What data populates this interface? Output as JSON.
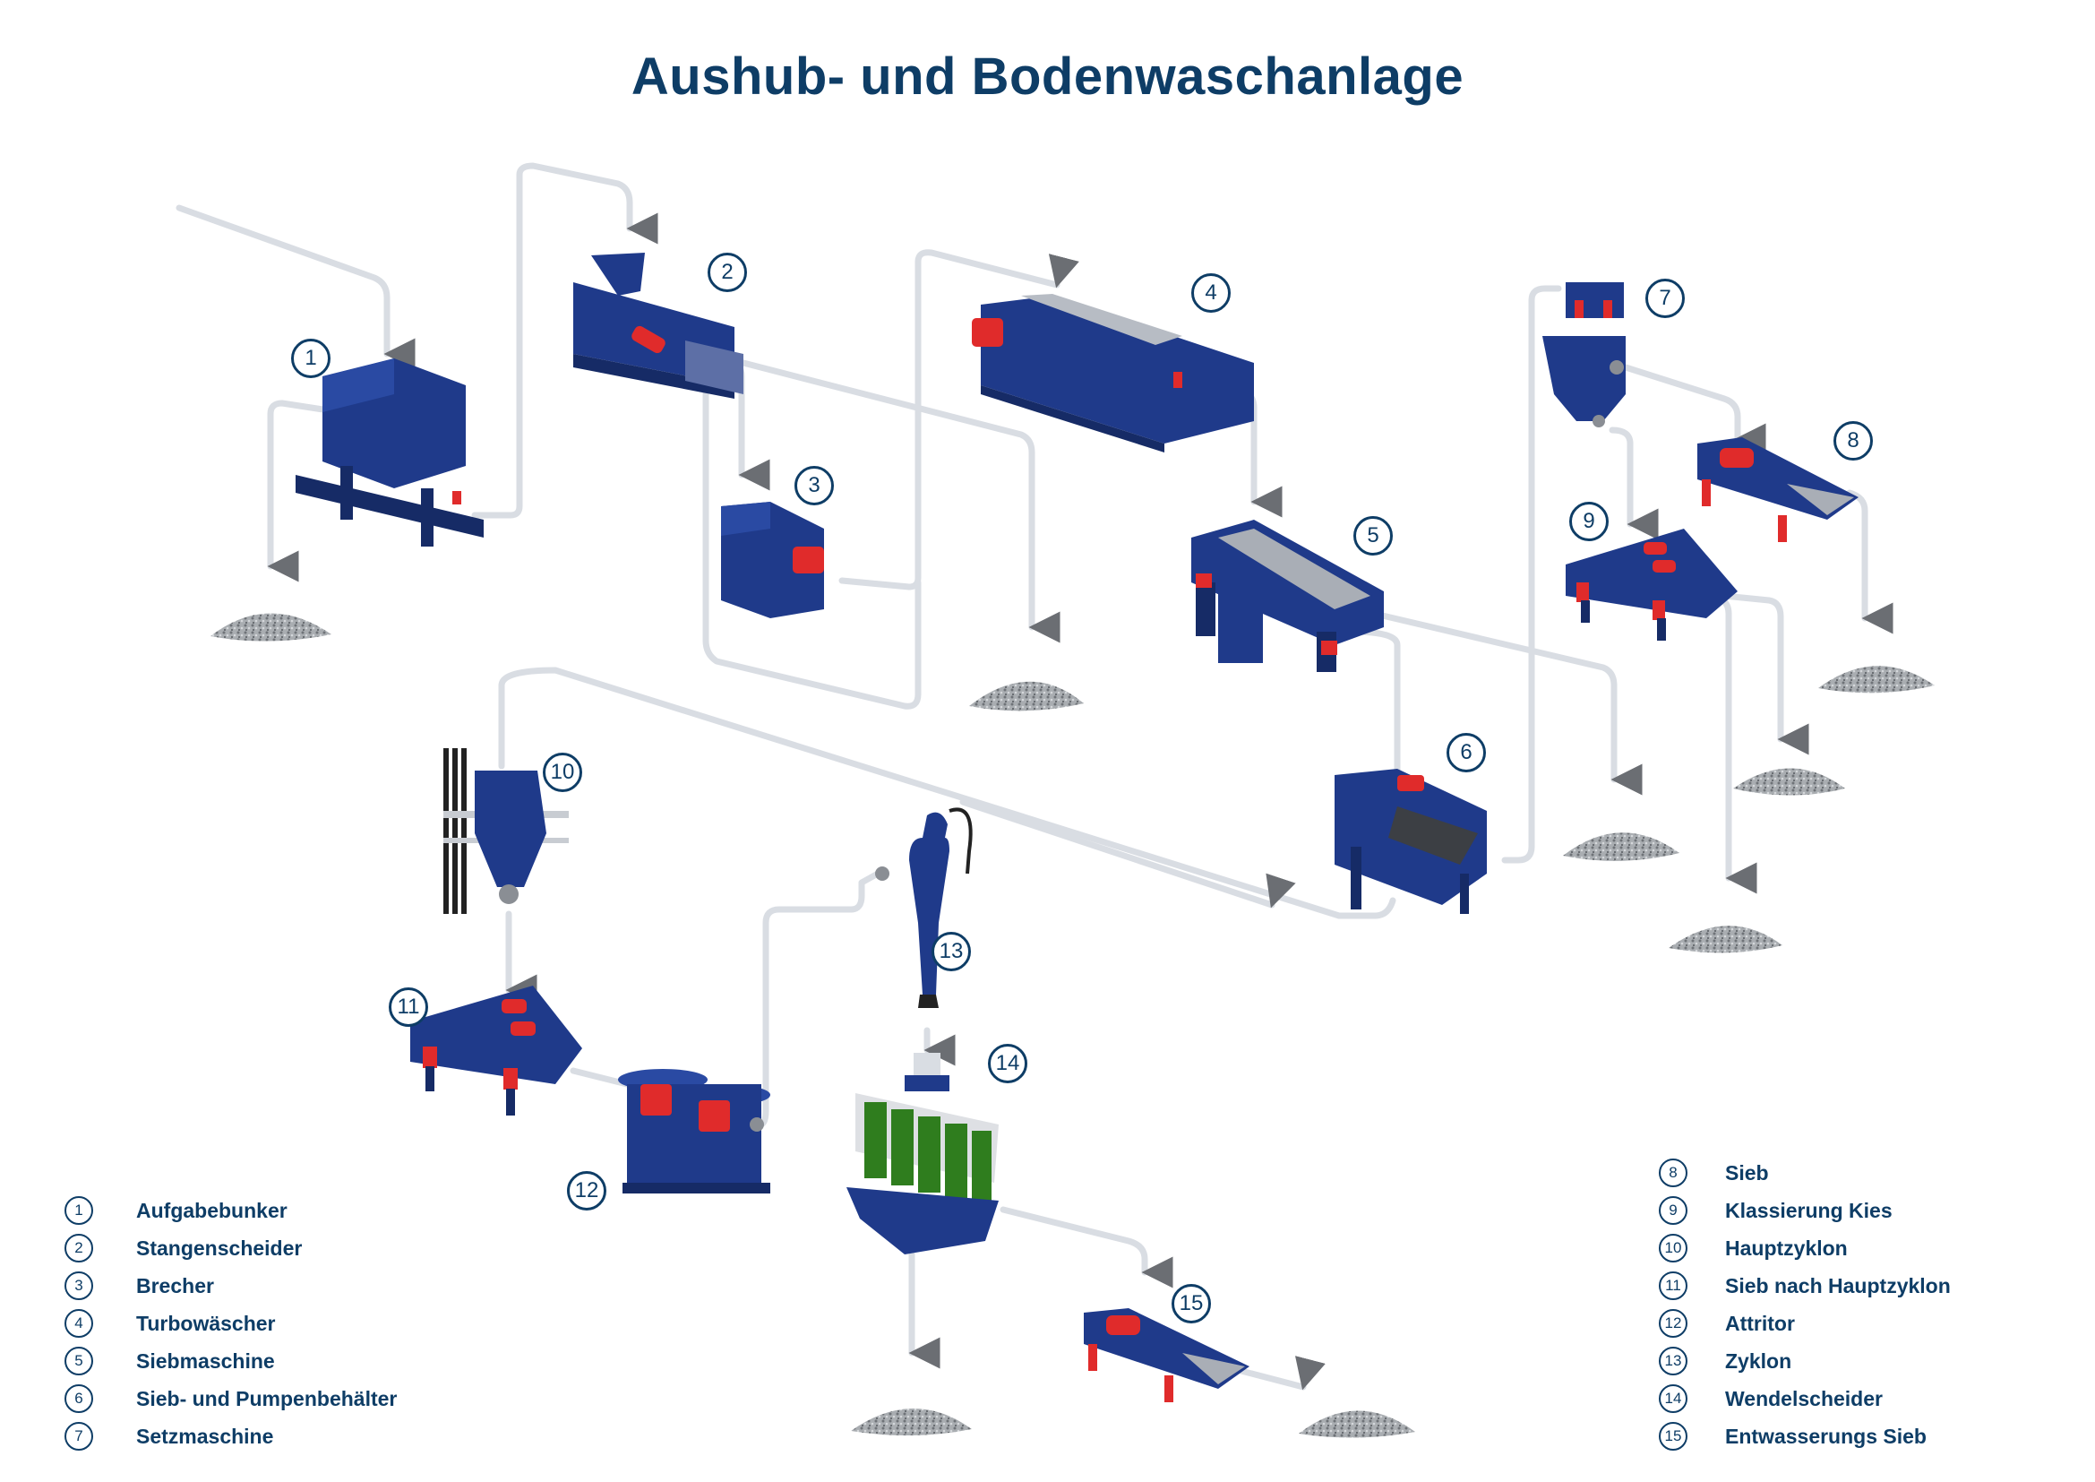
{
  "title": "Aushub- und Bodenwaschanlage",
  "colors": {
    "title": "#0e3d66",
    "machine_body": "#1f3a8a",
    "machine_dark": "#162b66",
    "motor": "#e02b2b",
    "pipe": "#d9dde3",
    "pipe_edge": "#b8bec7",
    "arrow": "#6b6e73",
    "gravel": "#9ea2a6",
    "spiral_green": "#2f7d1e"
  },
  "machines": [
    {
      "number": "1",
      "name": "Aufgabebunker",
      "icon": "feed-hopper-icon"
    },
    {
      "number": "2",
      "name": "Stangenscheider",
      "icon": "bar-separator-icon"
    },
    {
      "number": "3",
      "name": "Brecher",
      "icon": "crusher-icon"
    },
    {
      "number": "4",
      "name": "Turbowäscher",
      "icon": "turbo-washer-icon"
    },
    {
      "number": "5",
      "name": "Siebmaschine",
      "icon": "screening-machine-icon"
    },
    {
      "number": "6",
      "name": "Sieb- und Pumpenbehälter",
      "icon": "screen-pump-tank-icon"
    },
    {
      "number": "7",
      "name": "Setzmaschine",
      "icon": "jig-icon"
    },
    {
      "number": "8",
      "name": "Sieb",
      "icon": "screen-icon"
    },
    {
      "number": "9",
      "name": "Klassierung Kies",
      "icon": "gravel-classifier-icon"
    },
    {
      "number": "10",
      "name": "Hauptzyklon",
      "icon": "main-cyclone-icon"
    },
    {
      "number": "11",
      "name": "Sieb nach Hauptzyklon",
      "icon": "screen-icon"
    },
    {
      "number": "12",
      "name": "Attritor",
      "icon": "attritor-icon"
    },
    {
      "number": "13",
      "name": "Zyklon",
      "icon": "cyclone-icon"
    },
    {
      "number": "14",
      "name": "Wendelscheider",
      "icon": "spiral-separator-icon"
    },
    {
      "number": "15",
      "name": "Entwasserungs Sieb",
      "icon": "dewatering-screen-icon"
    }
  ],
  "legend_left": [
    {
      "number": "1",
      "label": "Aufgabebunker"
    },
    {
      "number": "2",
      "label": "Stangenscheider"
    },
    {
      "number": "3",
      "label": "Brecher"
    },
    {
      "number": "4",
      "label": "Turbowäscher"
    },
    {
      "number": "5",
      "label": "Siebmaschine"
    },
    {
      "number": "6",
      "label": "Sieb- und Pumpenbehälter"
    },
    {
      "number": "7",
      "label": "Setzmaschine"
    }
  ],
  "legend_right": [
    {
      "number": "8",
      "label": "Sieb"
    },
    {
      "number": "9",
      "label": "Klassierung Kies"
    },
    {
      "number": "10",
      "label": "Hauptzyklon"
    },
    {
      "number": "11",
      "label": "Sieb nach Hauptzyklon"
    },
    {
      "number": "12",
      "label": "Attritor"
    },
    {
      "number": "13",
      "label": "Zyklon"
    },
    {
      "number": "14",
      "label": "Wendelscheider"
    },
    {
      "number": "15",
      "label": "Entwasserungs Sieb"
    }
  ]
}
